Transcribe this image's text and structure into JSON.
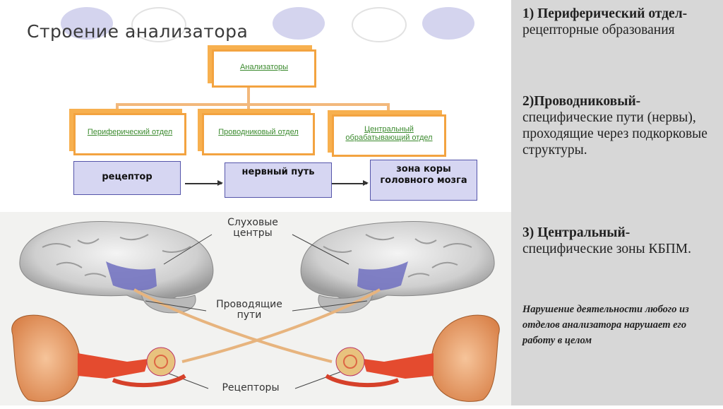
{
  "slide_title": "Строение анализатора",
  "diagram": {
    "root": "Анализаторы",
    "divisions": [
      "Периферический отдел",
      "Проводниковый отдел",
      "Центральный обрабатывающий отдел"
    ],
    "chain": [
      "рецептор",
      "нервный путь",
      "зона коры головного мозга"
    ]
  },
  "illustration": {
    "label_top": "Слуховые центры",
    "label_mid": "Проводящие пути",
    "label_bottom": "Рецепторы"
  },
  "sidebar": {
    "item1_bold": "1) Периферический отдел-",
    "item1_text": "рецепторные образования",
    "item2_bold": "2)Проводниковый-",
    "item2_text": "специфические пути (нервы), проходящие через подкорковые структуры.",
    "item3_bold": "3) Центральный-",
    "item3_text": "специфические зоны КБПМ.",
    "note": "Нарушение деятельности любого из отделов анализатора нарушает его работу в целом"
  },
  "colors": {
    "accent": "#f3a340",
    "chain_box": "#d6d6f2",
    "sidebar_bg": "#d7d7d7"
  }
}
